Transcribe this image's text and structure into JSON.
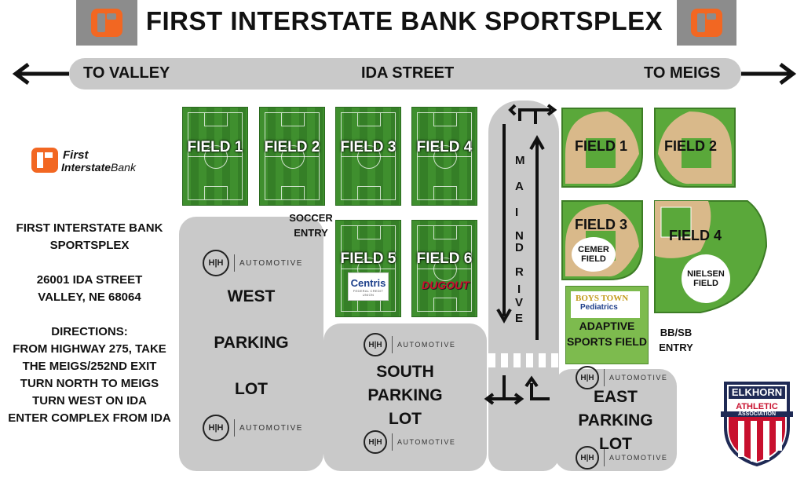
{
  "header": {
    "title": "FIRST INTERSTATE BANK SPORTSPLEX"
  },
  "street": {
    "left_label": "TO VALLEY",
    "center_label": "IDA STREET",
    "right_label": "TO MEIGS"
  },
  "brand": {
    "line1": "First",
    "line2a": "Interstate",
    "line2b": "Bank",
    "color": "#f26722"
  },
  "info": {
    "name_line1": "FIRST INTERSTATE BANK",
    "name_line2": "SPORTSPLEX",
    "address_line1": "26001 IDA STREET",
    "address_line2": "VALLEY, NE 68064",
    "directions_title": "DIRECTIONS:",
    "directions": [
      "FROM HIGHWAY  275, TAKE",
      "THE MEIGS/252ND EXIT",
      "TURN NORTH TO MEIGS",
      "TURN WEST ON IDA",
      "ENTER COMPLEX FROM IDA"
    ]
  },
  "soccer_fields": [
    {
      "label": "FIELD 1"
    },
    {
      "label": "FIELD 2"
    },
    {
      "label": "FIELD 3"
    },
    {
      "label": "FIELD 4"
    },
    {
      "label": "FIELD 5",
      "sponsor": "Centris",
      "sponsor_sub": "FEDERAL CREDIT UNION"
    },
    {
      "label": "FIELD 6",
      "sponsor": "DUGOUT"
    }
  ],
  "soccer_entry": {
    "line1": "SOCCER",
    "line2": "ENTRY"
  },
  "baseball_fields": [
    {
      "label": "FIELD 1"
    },
    {
      "label": "FIELD 2"
    },
    {
      "label": "FIELD 3",
      "sub1": "CEMER",
      "sub2": "FIELD"
    },
    {
      "label": "FIELD 4",
      "sub1": "NIELSEN",
      "sub2": "FIELD"
    }
  ],
  "adaptive": {
    "sponsor1": "BOYS TOWN",
    "sponsor2": "Pediatrics",
    "line1": "ADAPTIVE",
    "line2": "SPORTS FIELD"
  },
  "bb_entry": {
    "line1": "BB/SB",
    "line2": "ENTRY"
  },
  "main_drive": {
    "letters": [
      "M",
      "A",
      "I",
      "N",
      "D",
      "R",
      "I",
      "V",
      "E"
    ]
  },
  "lots": {
    "west": {
      "line1": "WEST",
      "line2": "PARKING",
      "line3": "LOT"
    },
    "south": {
      "line1": "SOUTH",
      "line2": "PARKING",
      "line3": "LOT"
    },
    "east": {
      "line1": "EAST",
      "line2": "PARKING",
      "line3": "LOT"
    }
  },
  "hh": {
    "badge": "H|H",
    "word": "AUTOMOTIVE"
  },
  "elkhorn": {
    "line1": "ELKHORN",
    "line2": "ATHLETIC",
    "line3": "ASSOCIATION",
    "red": "#c8102e",
    "navy": "#1f2a55"
  }
}
